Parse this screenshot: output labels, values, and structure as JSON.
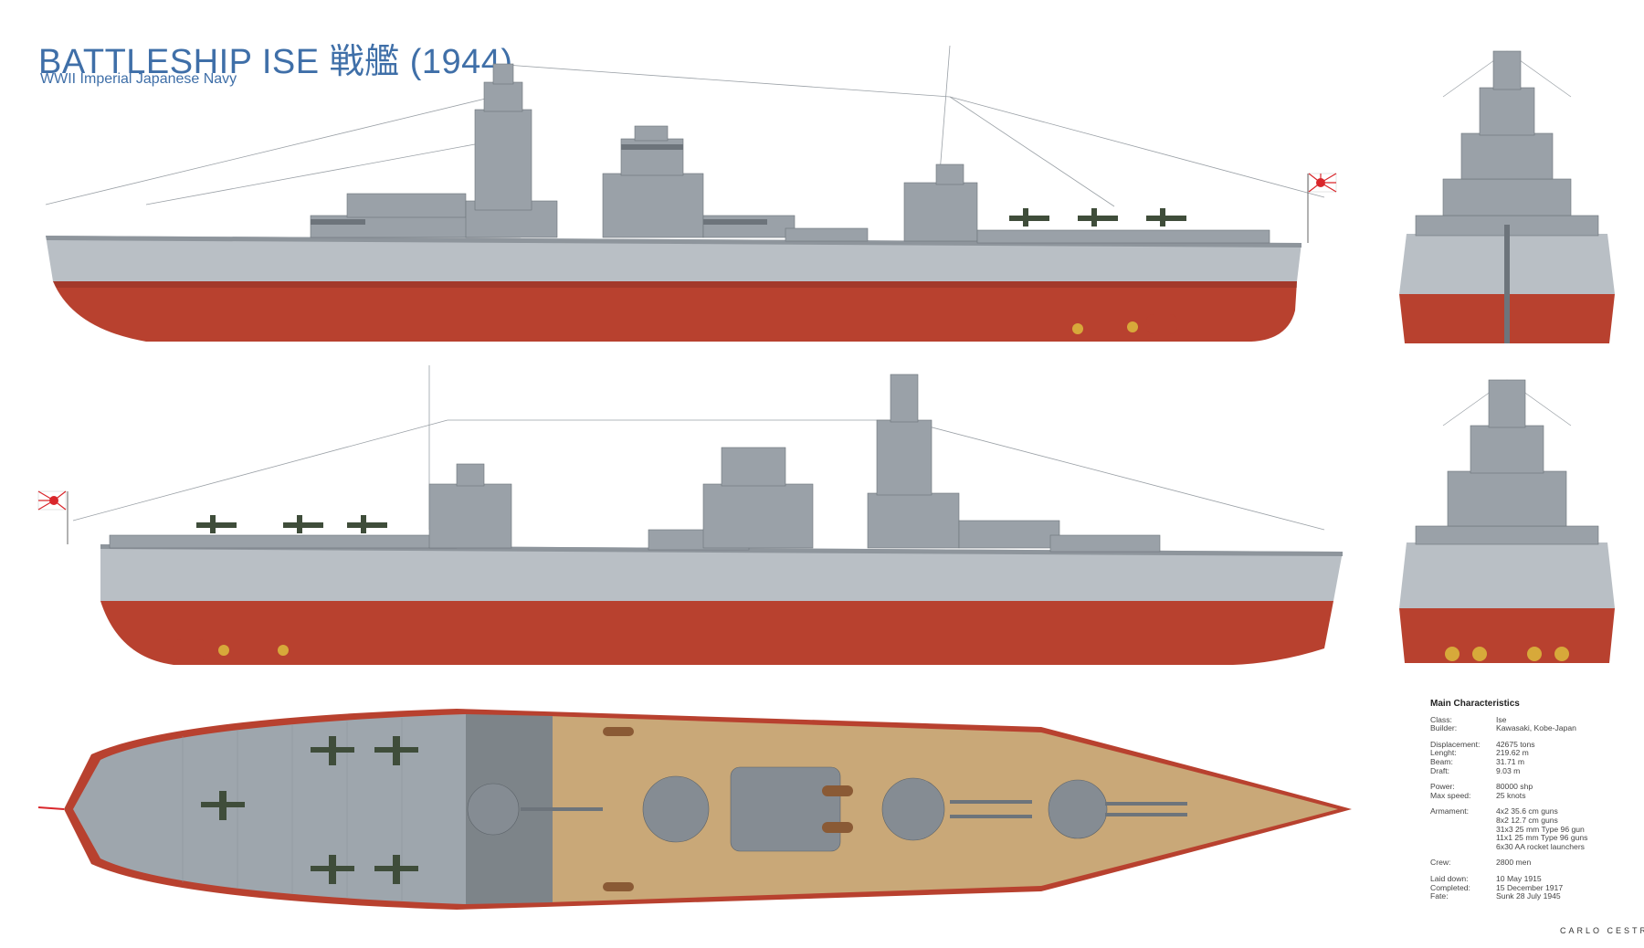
{
  "header": {
    "title": "BATTLESHIP ISE 戦艦 (1944)",
    "subtitle": "WWII Imperial Japanese Navy"
  },
  "specs": {
    "heading": "Main Characteristics",
    "groups": [
      [
        {
          "k": "Class:",
          "v": "Ise"
        },
        {
          "k": "Builder:",
          "v": "Kawasaki, Kobe-Japan"
        }
      ],
      [
        {
          "k": "Displacement:",
          "v": "42675 tons"
        },
        {
          "k": "Lenght:",
          "v": "219.62 m"
        },
        {
          "k": "Beam:",
          "v": "31.71 m"
        },
        {
          "k": "Draft:",
          "v": "9.03 m"
        }
      ],
      [
        {
          "k": "Power:",
          "v": "80000 shp"
        },
        {
          "k": "Max speed:",
          "v": "25 knots"
        }
      ],
      [
        {
          "k": "Armament:",
          "v": "4x2 35.6 cm guns"
        },
        {
          "k": "",
          "v": "8x2 12.7 cm guns"
        },
        {
          "k": "",
          "v": "31x3 25 mm Type 96 gun"
        },
        {
          "k": "",
          "v": "11x1 25 mm Type 96 guns"
        },
        {
          "k": "",
          "v": "6x30 AA rocket launchers"
        }
      ],
      [
        {
          "k": "Crew:",
          "v": "2800 men"
        }
      ],
      [
        {
          "k": "Laid down:",
          "v": "10 May 1915"
        },
        {
          "k": "Completed:",
          "v": "15 December 1917"
        },
        {
          "k": "Fate:",
          "v": "Sunk 28 July 1945"
        }
      ]
    ]
  },
  "credit": "CARLO CESTRA",
  "colors": {
    "title": "#3f6fa8",
    "hull_grey": "#b9bfc5",
    "upper_grey": "#9aa1a8",
    "dark_grey": "#6d747b",
    "red_hull": "#b8412f",
    "deck_wood": "#c9a878",
    "flight_deck": "#9ea6ad",
    "flag_red": "#d9262b"
  }
}
